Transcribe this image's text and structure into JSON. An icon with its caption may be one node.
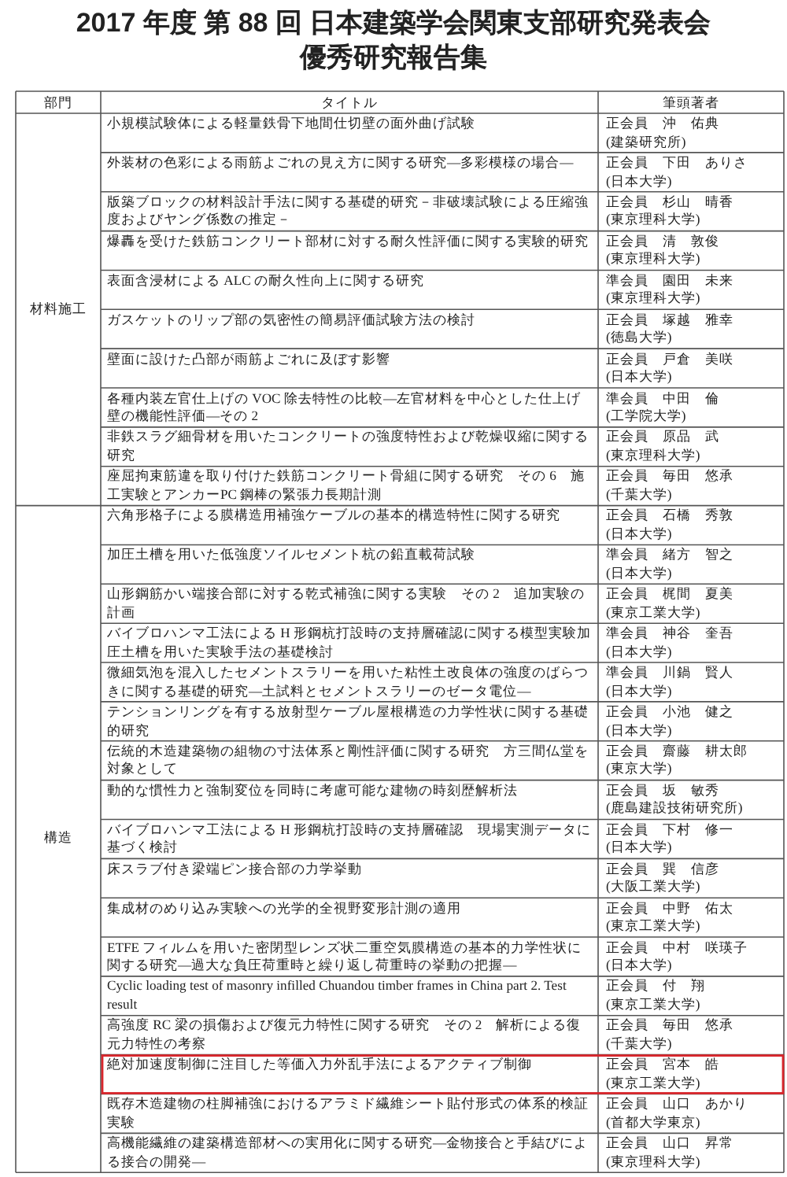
{
  "diagram": {
    "title": "2017 年度 第 88 回 日本建築学会関東支部研究発表会優秀研究報告集",
    "labels": [
      "部門",
      "タイトル",
      "筆頭著者",
      "材料施工",
      "小規模試験体による軽量鉄骨下地間仕切壁の面外曲げ試験",
      "正会員　沖　佑典",
      "(建築研究所)",
      "外装材の色彩による雨筋よごれの見え方に関する研究―多彩模様の場合―",
      "正会員　下田　ありさ",
      "(日本大学)",
      "版築ブロックの材料設計手法に関する基礎的研究－非破壊試験による圧縮強度およびヤング係数の推定－",
      "正会員　杉山　晴香",
      "(東京理科大学)",
      "爆轟を受けた鉄筋コンクリート部材に対する耐久性評価に関する実験的研究",
      "正会員　清　敦俊",
      "(東京理科大学)",
      "表面含浸材による ALC の耐久性向上に関する研究",
      "準会員　園田　未来",
      "(東京理科大学)",
      "ガスケットのリップ部の気密性の簡易評価試験方法の検討",
      "正会員　塚越　雅幸",
      "(徳島大学)",
      "壁面に設けた凸部が雨筋よごれに及ぼす影響",
      "正会員　戸倉　美咲",
      "(日本大学)",
      "各種内装左官仕上げの VOC 除去特性の比較―左官材料を中心とした仕上げ壁の機能性評価―その 2",
      "準会員　中田　倫",
      "(工学院大学)",
      "非鉄スラグ細骨材を用いたコンクリートの強度特性および乾燥収縮に関する研究",
      "正会員　原品　武",
      "(東京理科大学)",
      "座屈拘束筋違を取り付けた鉄筋コンクリート骨組に関する研究　その 6　施工実験とアンカーPC 鋼棒の緊張力長期計測",
      "正会員　毎田　悠承",
      "(千葉大学)",
      "構造",
      "六角形格子による膜構造用補強ケーブルの基本的構造特性に関する研究",
      "正会員　石橋　秀敦",
      "(日本大学)",
      "加圧土槽を用いた低強度ソイルセメント杭の鉛直載荷試験",
      "準会員　緒方　智之",
      "(日本大学)",
      "山形鋼筋かい端接合部に対する乾式補強に関する実験　その 2　追加実験の計画",
      "正会員　梶間　夏美",
      "(東京工業大学)",
      "バイブロハンマ工法による H 形鋼杭打設時の支持層確認に関する模型実験加圧土槽を用いた実験手法の基礎検討",
      "準会員　神谷　奎吾",
      "(日本大学)",
      "微細気泡を混入したセメントスラリーを用いた粘性土改良体の強度のばらつきに関する基礎的研究―土試料とセメントスラリーのゼータ電位―",
      "準会員　川鍋　賢人",
      "(日本大学)",
      "テンションリングを有する放射型ケーブル屋根構造の力学性状に関する基礎的研究",
      "正会員　小池　健之",
      "(日本大学)",
      "伝統的木造建築物の組物の寸法体系と剛性評価に関する研究　方三間仏堂を対象として",
      "正会員　齋藤　耕太郎",
      "(東京大学)",
      "動的な慣性力と強制変位を同時に考慮可能な建物の時刻歴解析法",
      "正会員　坂　敏秀",
      "(鹿島建設技術研究所)",
      "バイブロハンマ工法による H 形鋼杭打設時の支持層確認　現場実測データに基づく検討",
      "正会員　下村　修一",
      "(日本大学)",
      "床スラブ付き梁端ピン接合部の力学挙動",
      "正会員　巽　信彦",
      "(大阪工業大学)",
      "集成材のめり込み実験への光学的全視野変形計測の適用",
      "正会員　中野　佑太",
      "(東京工業大学)",
      "ETFE フィルムを用いた密閉型レンズ状二重空気膜構造の基本的力学性状に関する研究―過大な負圧荷重時と繰り返し荷重時の挙動の把握―",
      "正会員　中村　咲瑛子",
      "(日本大学)",
      "Cyclic loading test of masonry infilled Chuandou timber frames in China part 2. Test result",
      "正会員　付　翔",
      "(東京工業大学)",
      "高強度 RC 梁の損傷および復元力特性に関する研究　その 2　解析による復元力特性の考察",
      "正会員　毎田　悠承",
      "(千葉大学)",
      "絶対加速度制御に注目した等価入力外乱手法によるアクティブ制御",
      "正会員　宮本　皓",
      "(東京工業大学)",
      "既存木造建物の柱脚補強におけるアラミド繊維シート貼付形式の体系的検証実験",
      "正会員　山口　あかり",
      "(首都大学東京)",
      "高機能繊維の建築構造部材への実用化に関する研究―金物接合と手結びによる接合の開発―",
      "正会員　山口　昇常",
      "(東京理科大学)"
    ]
  }
}
